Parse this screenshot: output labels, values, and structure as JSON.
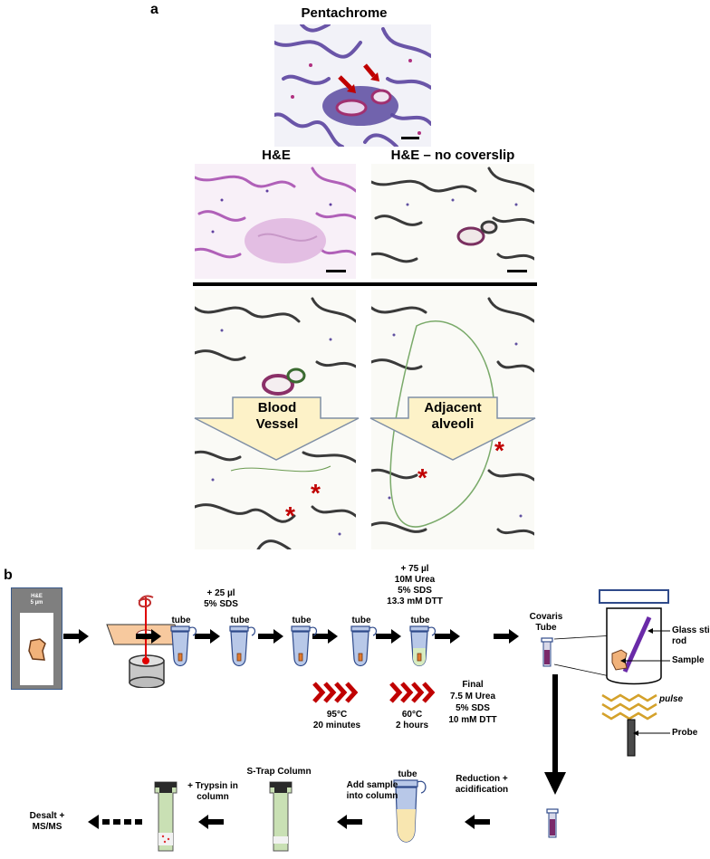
{
  "panel_a": {
    "letter": "a",
    "pentachrome": {
      "title": "Pentachrome"
    },
    "he": {
      "title": "H&E"
    },
    "he_nc": {
      "title": "H&E – no coverslip"
    },
    "callouts": [
      {
        "line1": "Blood",
        "line2": "Vessel"
      },
      {
        "line1": "Adjacent",
        "line2": "alveoli"
      }
    ],
    "colors": {
      "arrow_red": "#c00000",
      "star_red": "#c00000",
      "callout_fill": "#fdf2c8",
      "callout_stroke": "#7f8fa6"
    }
  },
  "panel_b": {
    "letter": "b",
    "slide": {
      "line1": "H&E",
      "line2": "5 µm"
    },
    "tube_label": "tube",
    "step_sds": {
      "line1": "+ 25 µl",
      "line2": "5% SDS"
    },
    "step_urea": {
      "line1": "+ 75 µl",
      "line2": "10M Urea",
      "line3": "5% SDS",
      "line4": "13.3 mM DTT"
    },
    "heat1": {
      "line1": "95°C",
      "line2": "20 minutes"
    },
    "heat2": {
      "line1": "60°C",
      "line2": "2 hours"
    },
    "final": {
      "line1": "Final",
      "line2": "7.5 M Urea",
      "line3": "5% SDS",
      "line4": "10 mM DTT"
    },
    "covaris": {
      "line1": "Covaris",
      "line2": "Tube"
    },
    "glass_rod": "Glass stir rod",
    "sample": "Sample",
    "pulse": "pulse",
    "probe": "Probe",
    "reduction": {
      "line1": "Reduction +",
      "line2": "acidification"
    },
    "add_sample": {
      "line1": "Add sample",
      "line2": "into column"
    },
    "strap": "S-Trap Column",
    "trypsin": {
      "line1": "+ Trypsin in",
      "line2": "column"
    },
    "desalt": {
      "line1": "Desalt +",
      "line2": "MS/MS"
    },
    "colors": {
      "heat_red": "#c00000",
      "tube_blue": "#b8c8e8",
      "tube_stroke": "#2f4a8a",
      "column_green": "#c9e0b4",
      "pulse_gold": "#d4a12a"
    }
  }
}
